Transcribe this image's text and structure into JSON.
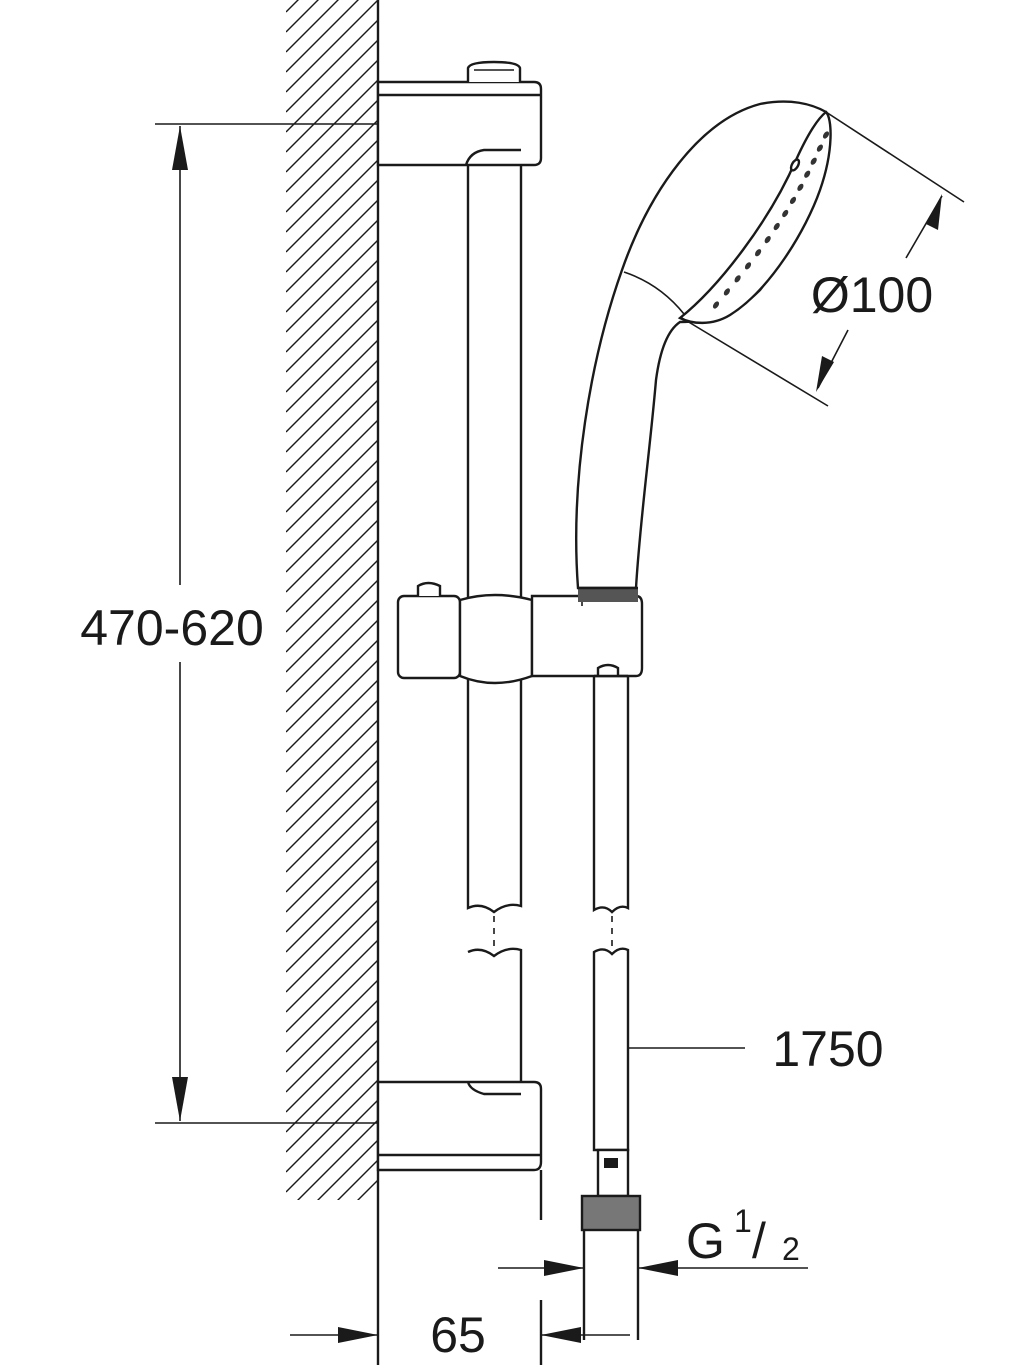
{
  "dimensions": {
    "rail_height": "470-620",
    "head_diameter": "Ø100",
    "hose_length": "1750",
    "thread_main": "G",
    "thread_num": "1",
    "thread_den": "2",
    "wall_offset": "65"
  }
}
